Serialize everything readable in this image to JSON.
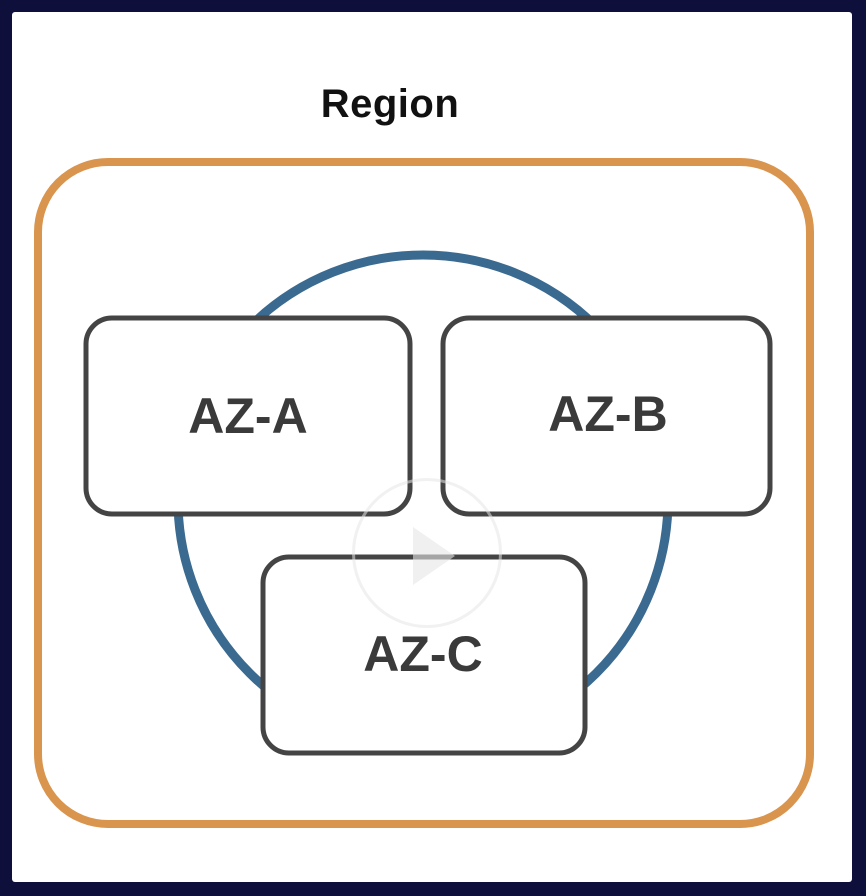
{
  "diagram": {
    "title": "Region",
    "zones": [
      {
        "label": "AZ-A"
      },
      {
        "label": "AZ-B"
      },
      {
        "label": "AZ-C"
      }
    ],
    "colors": {
      "region_border": "#d9944e",
      "ring": "#3b6a90",
      "zone_border": "#444444",
      "zone_text": "#3a3a3a",
      "background": "#ffffff",
      "outer_frame": "#0e0f3a"
    }
  },
  "overlay": {
    "icon": "play-icon"
  }
}
